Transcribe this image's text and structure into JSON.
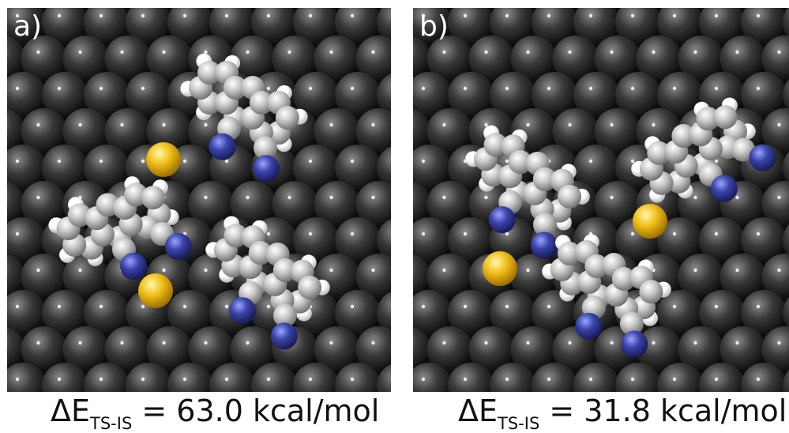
{
  "panels": [
    {
      "label": "a)",
      "caption": {
        "delta_symbol": "ΔE",
        "subscript": "TS-IS",
        "value_text": " = 63.0 kcal/mol"
      }
    },
    {
      "label": "b)",
      "caption": {
        "delta_symbol": "ΔE",
        "subscript": "TS-IS",
        "value_text": " = 31.8 kcal/mol"
      }
    }
  ],
  "colors": {
    "surface_atom": "#3a3a3a",
    "carbon_atom": "#c8c8c8",
    "hydrogen_atom": "#ffffff",
    "nitrogen_atom": "#3a43a8",
    "adatom_gold": "#f2c018",
    "background": "#0d0d0d"
  }
}
